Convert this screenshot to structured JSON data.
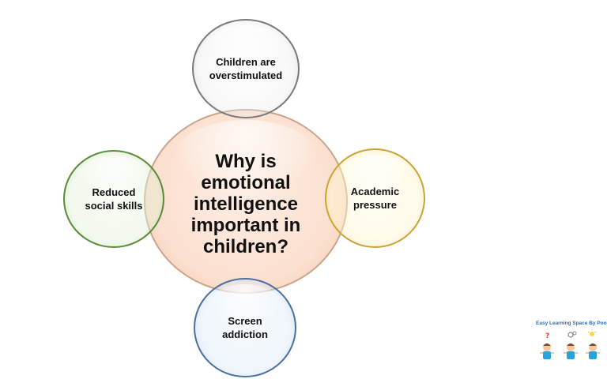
{
  "diagram": {
    "center": {
      "text": "Why is\nemotional\nintelligence\nimportant in\nchildren?"
    },
    "nodes": [
      {
        "id": "top",
        "text": "Children are\noverstimulated"
      },
      {
        "id": "left",
        "text": "Reduced\nsocial skills"
      },
      {
        "id": "right",
        "text": "Academic\npressure"
      },
      {
        "id": "bottom",
        "text": "Screen\naddiction"
      }
    ]
  },
  "logo": {
    "text": "Easy Learning Space By Pooja"
  },
  "colors": {
    "center_fill": "#fbd8c4",
    "center_border": "#c9a489",
    "top_border": "#7a7a7a",
    "left_border": "#5a8a3a",
    "right_border": "#c9a23a",
    "bottom_border": "#4a6fa0",
    "logo_text": "#2f6fb3"
  }
}
